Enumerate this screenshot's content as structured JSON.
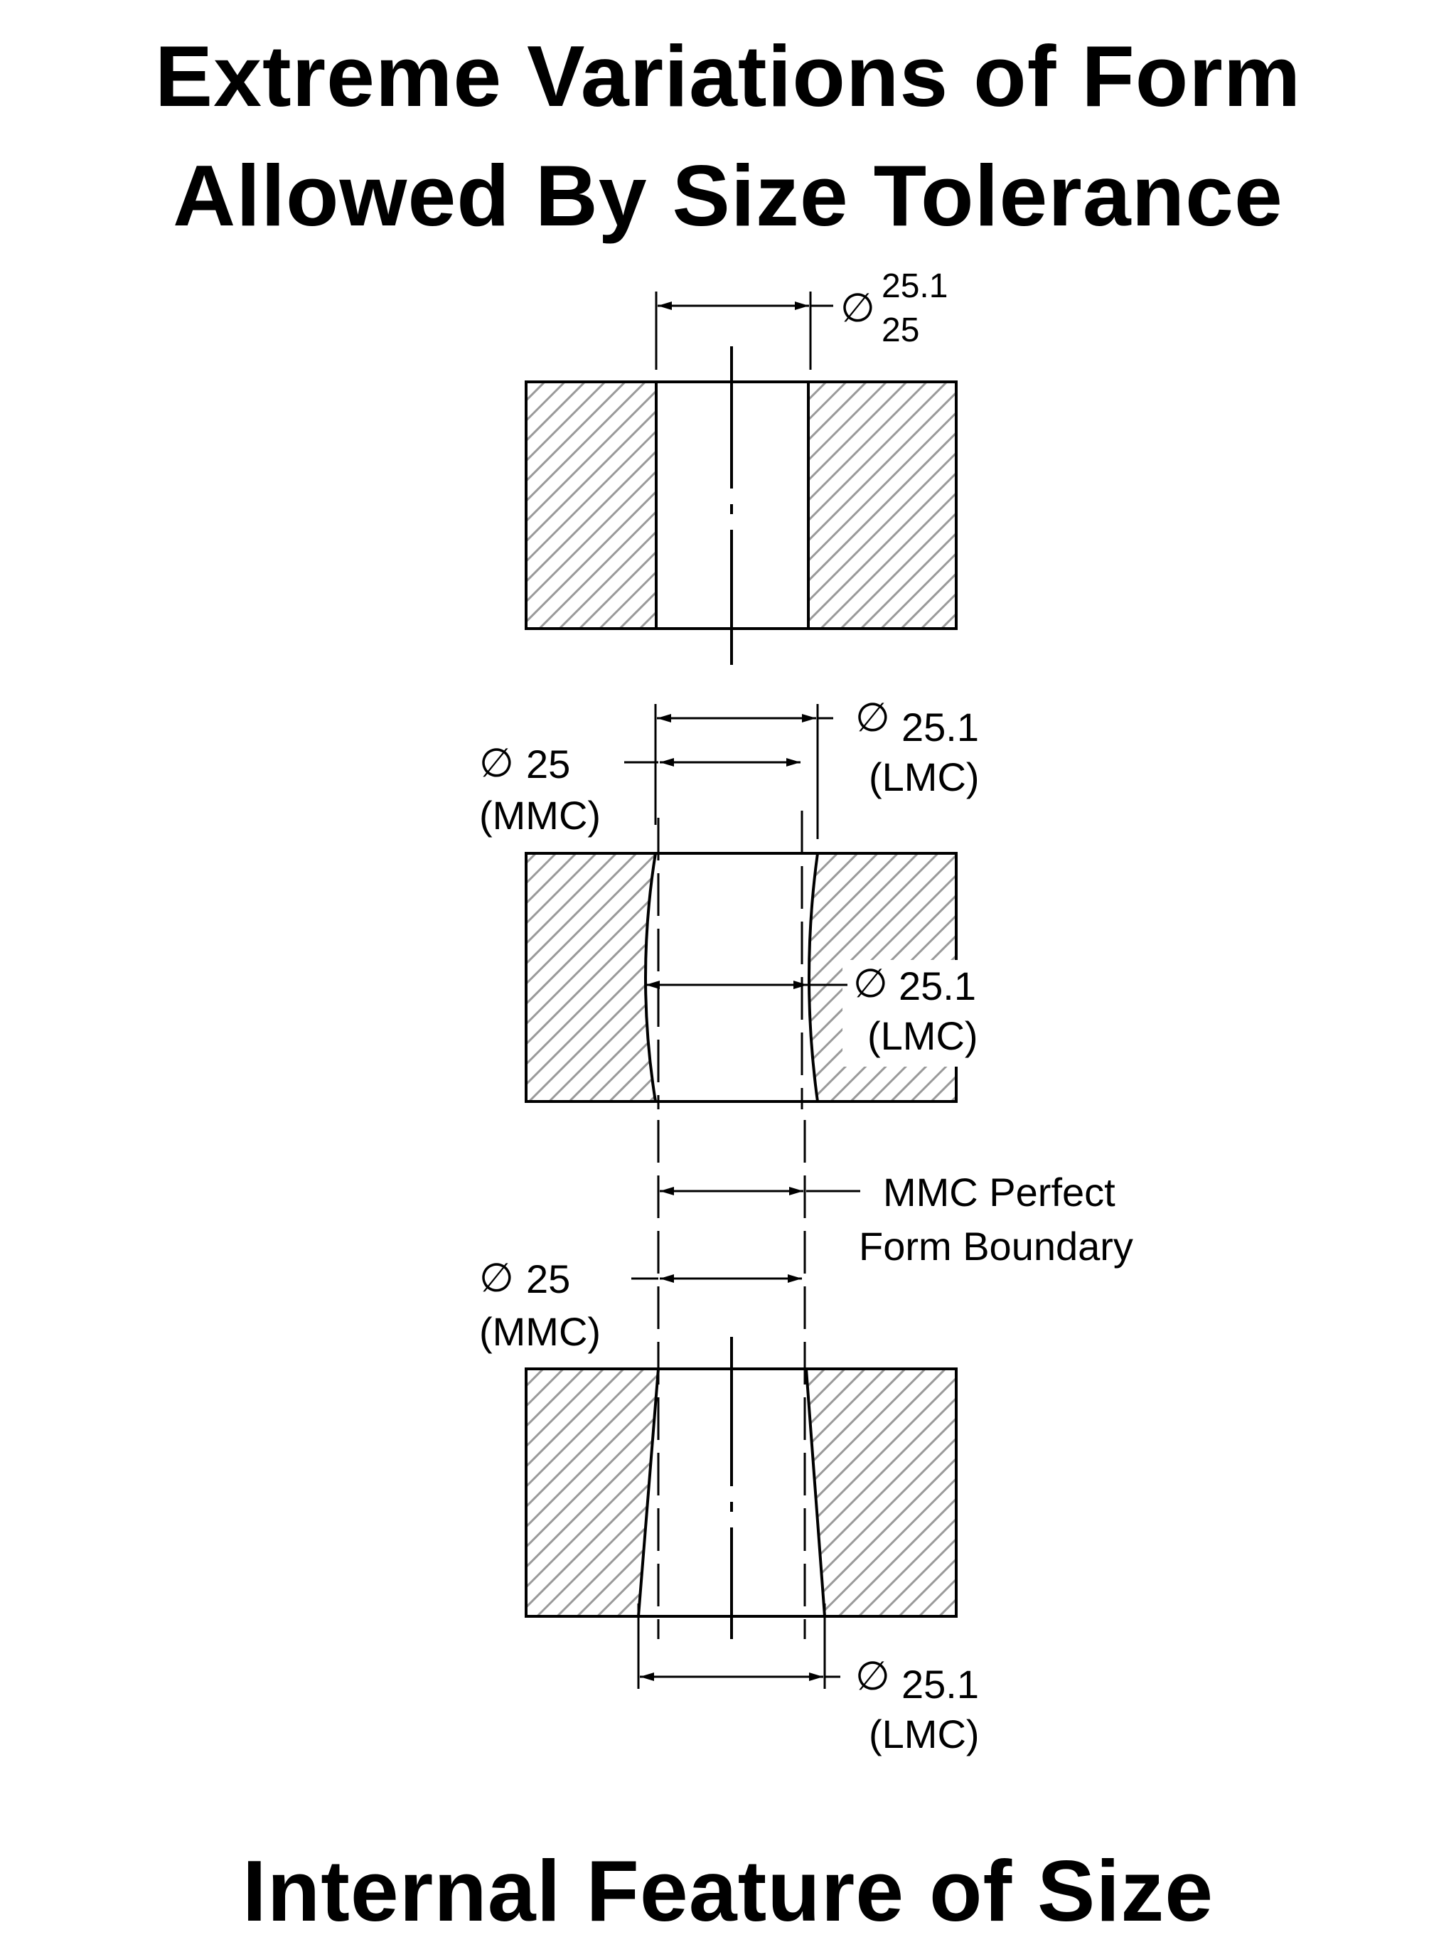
{
  "title": {
    "line1": "Extreme  Variations of Form",
    "line2": "Allowed By Size Tolerance",
    "footer": "Internal Feature of Size"
  },
  "symbols": {
    "diameter": "∅"
  },
  "view1": {
    "upper": "25.1",
    "lower": "25"
  },
  "view2": {
    "top_lmc_value": "25.1",
    "top_lmc_tag": "(LMC)",
    "mmc_value": "25",
    "mmc_tag": "(MMC)",
    "mid_lmc_value": "25.1",
    "mid_lmc_tag": "(LMC)"
  },
  "view3": {
    "boundary_line1": "MMC Perfect",
    "boundary_line2": "Form Boundary",
    "mmc_value": "25",
    "mmc_tag": "(MMC)",
    "lmc_value": "25.1",
    "lmc_tag": "(LMC)"
  },
  "colors": {
    "hatch": "#9a9a9a",
    "line": "#000000"
  }
}
